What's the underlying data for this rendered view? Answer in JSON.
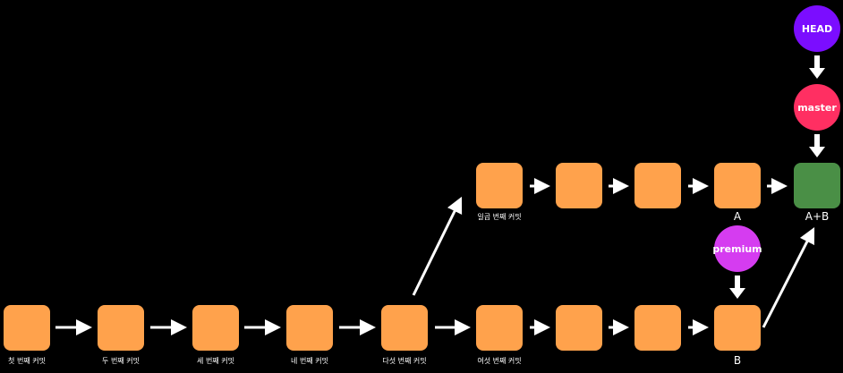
{
  "colors": {
    "background": "#000000",
    "commit": "#ffa24c",
    "merge_commit": "#4a8f46",
    "arrow": "#ffffff",
    "head": "#7b0dff",
    "master": "#ff2f62",
    "premium": "#d53cf0"
  },
  "commits": {
    "c1": {
      "label": "첫 번째 커밋"
    },
    "c2": {
      "label": "두 번째 커밋"
    },
    "c3": {
      "label": "세 번째 커밋"
    },
    "c4": {
      "label": "네 번째 커밋"
    },
    "c5": {
      "label": "다섯 번째 커밋"
    },
    "c6": {
      "label": "여섯 번째 커밋"
    },
    "c7": {
      "label": ""
    },
    "c8": {
      "label": ""
    },
    "b": {
      "label": "B"
    },
    "u1": {
      "label": "일곱 번째 커밋"
    },
    "u2": {
      "label": ""
    },
    "u3": {
      "label": ""
    },
    "a": {
      "label": "A"
    },
    "merge": {
      "label": "A+B"
    }
  },
  "pointers": {
    "head": {
      "label": "HEAD"
    },
    "master": {
      "label": "master"
    },
    "premium": {
      "label": "premium"
    }
  }
}
